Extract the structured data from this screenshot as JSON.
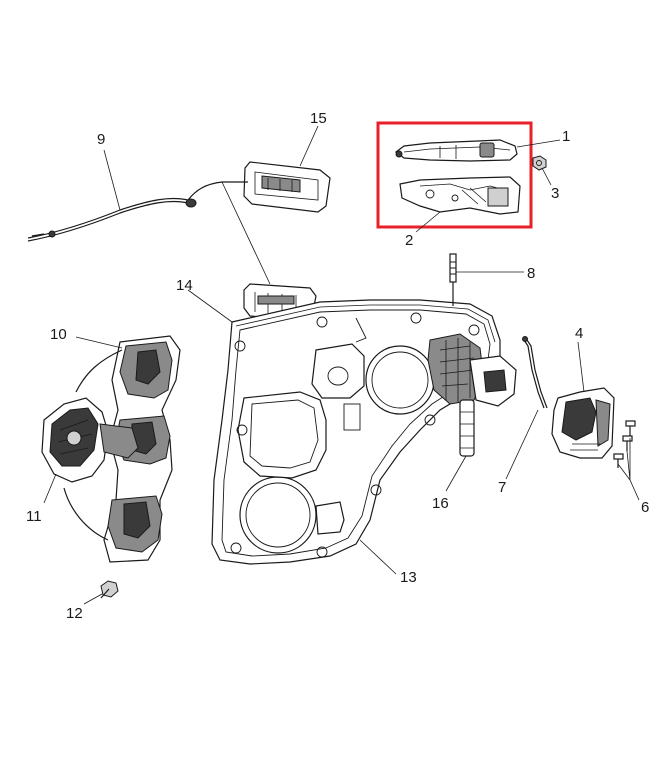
{
  "diagram": {
    "highlight_color": "#e8202a",
    "line_color": "#1a1a1a",
    "callouts": [
      "1",
      "2",
      "3",
      "4",
      "6",
      "7",
      "8",
      "9",
      "10",
      "11",
      "12",
      "13",
      "14",
      "15",
      "16"
    ]
  }
}
